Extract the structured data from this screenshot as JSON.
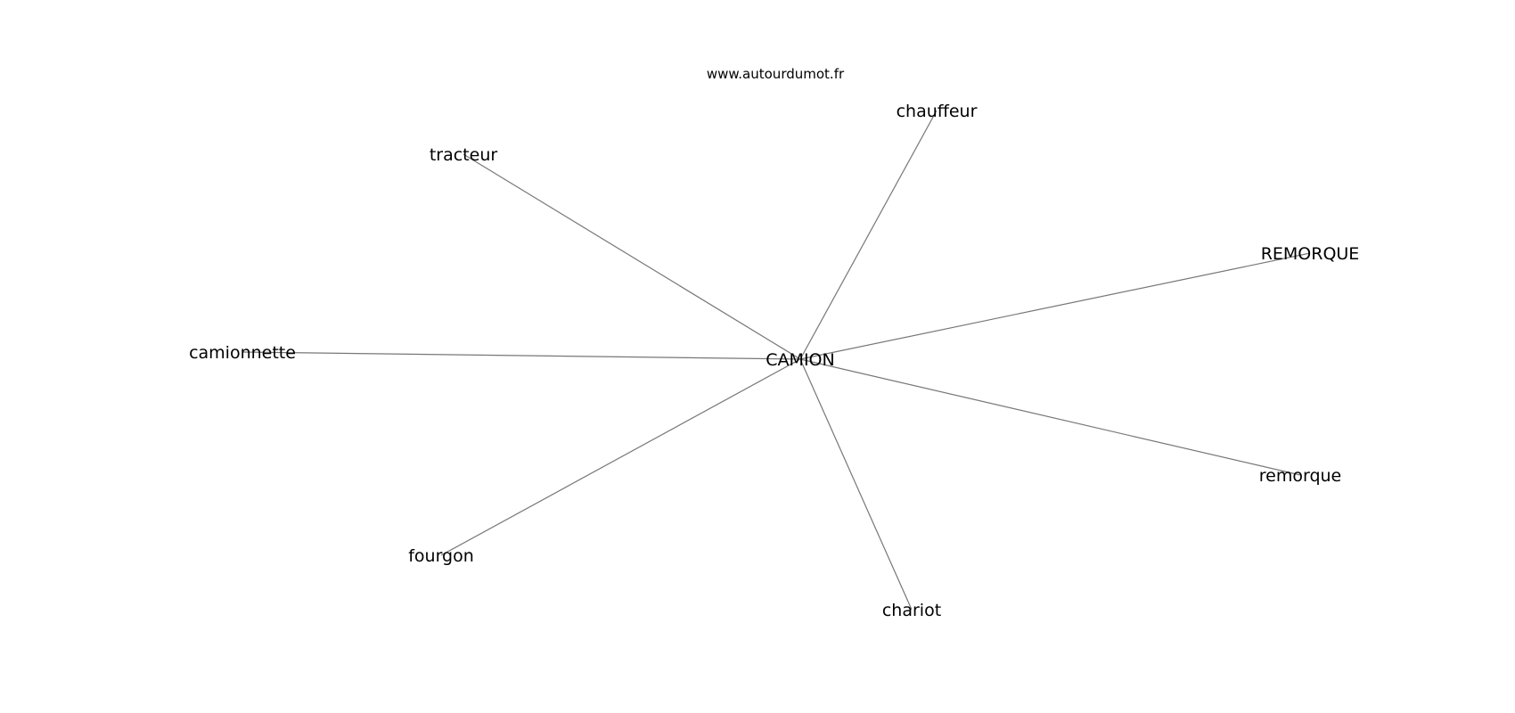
{
  "watermark": "www.autourdumot.fr",
  "graph": {
    "center": "CAMION",
    "nodes": [
      {
        "id": "chauffeur",
        "label": "chauffeur"
      },
      {
        "id": "tracteur",
        "label": "tracteur"
      },
      {
        "id": "remorque-upper",
        "label": "REMORQUE"
      },
      {
        "id": "camionnette",
        "label": "camionnette"
      },
      {
        "id": "remorque-lower",
        "label": "remorque"
      },
      {
        "id": "fourgon",
        "label": "fourgon"
      },
      {
        "id": "chariot",
        "label": "chariot"
      }
    ]
  }
}
